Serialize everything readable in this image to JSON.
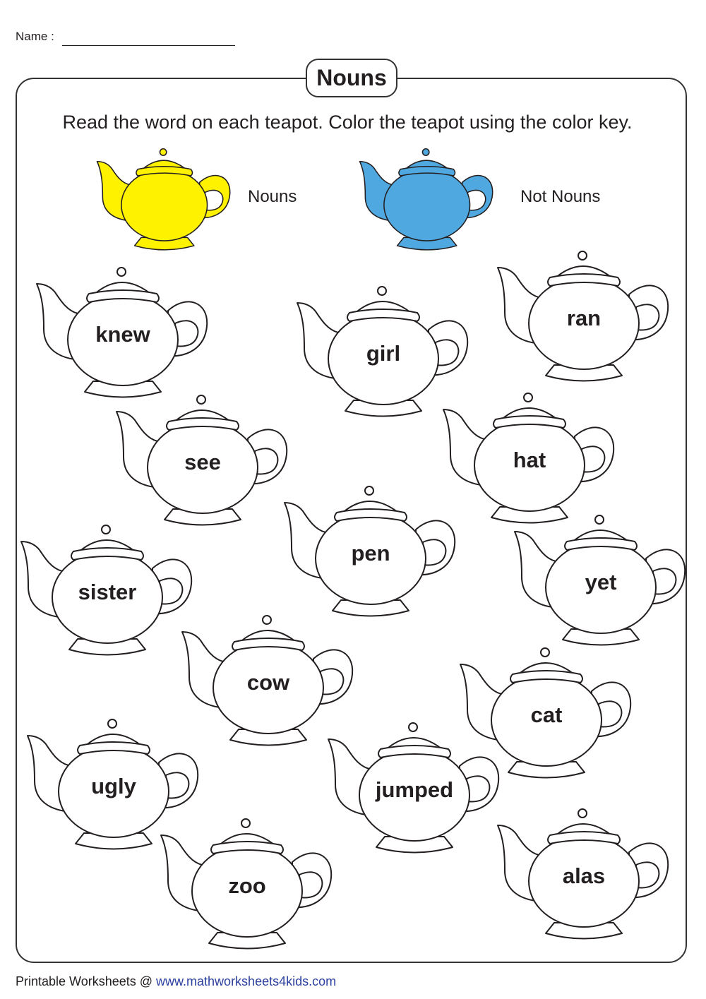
{
  "header": {
    "name_label": "Name :",
    "title": "Nouns"
  },
  "instructions": "Read the word on each teapot. Color the teapot using the color key.",
  "color_key": [
    {
      "label": "Nouns",
      "color": "#FFF200"
    },
    {
      "label": "Not Nouns",
      "color": "#4FA9E0"
    }
  ],
  "teapots": [
    "knew",
    "girl",
    "ran",
    "see",
    "hat",
    "pen",
    "sister",
    "yet",
    "cow",
    "cat",
    "ugly",
    "jumped",
    "zoo",
    "alas"
  ],
  "footer": {
    "prefix": "Printable Worksheets @ ",
    "url": "www.mathworksheets4kids.com"
  }
}
